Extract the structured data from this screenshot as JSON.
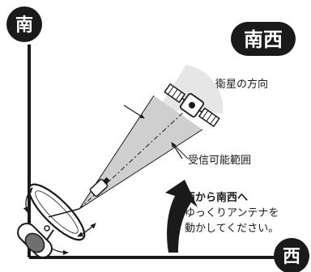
{
  "direction_labels": {
    "south": "南",
    "west": "西",
    "southwest": "南西"
  },
  "satellite_label": "衛星の方向",
  "range_label": "受信可能範囲",
  "instruction": {
    "title": "西から南西へ",
    "line1": "ゆっくりアンテナを",
    "line2": "動かしてください。"
  },
  "colors": {
    "ink": "#1a1a1a",
    "beam": "#cfcfcf",
    "beam_light": "#e6e6e6",
    "badge": "#1a1a1a"
  }
}
